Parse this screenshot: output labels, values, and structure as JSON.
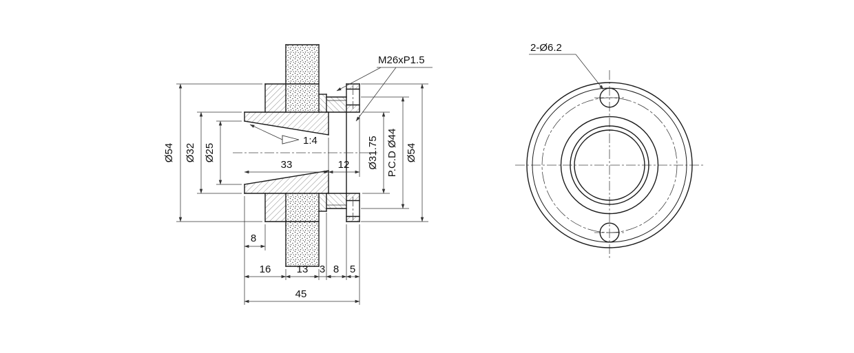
{
  "page": {
    "background": "#ffffff",
    "line_color": "#1b1b1b",
    "dim_color": "#333333"
  },
  "section_view": {
    "labels": {
      "dia54_left": "Ø54",
      "dia32": "Ø32",
      "dia25": "Ø25",
      "taper_ratio": "1:4",
      "length33": "33",
      "length12": "12",
      "thread_callout": "M26xP1.5",
      "dia31_75": "Ø31.75",
      "pcd_dia44": "P.C.D Ø44",
      "dia54_right": "Ø54",
      "offset8": "8",
      "length16": "16",
      "length13": "13",
      "length3": "3",
      "length8": "8",
      "length5": "5",
      "overall45": "45"
    }
  },
  "front_view": {
    "labels": {
      "holes_callout": "2-Ø6.2"
    }
  }
}
